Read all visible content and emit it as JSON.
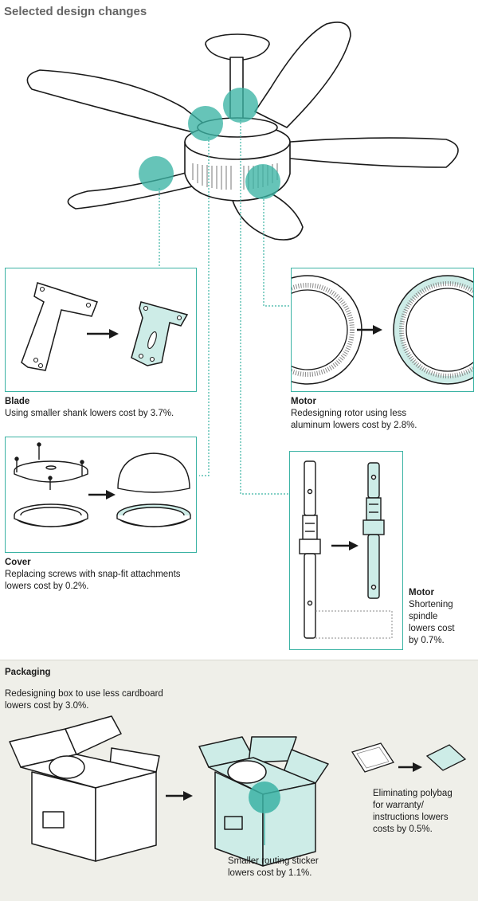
{
  "title": "Selected design changes",
  "colors": {
    "accent": "#3bb3a4",
    "accent_fill": "#cdece7",
    "packaging_bg": "#efefe9"
  },
  "callouts": {
    "blade": {
      "heading": "Blade",
      "text": "Using smaller shank lowers cost by 3.7%."
    },
    "motor_rotor": {
      "heading": "Motor",
      "text_1": "Redesigning rotor using less",
      "text_2": "aluminum lowers cost by 2.8%."
    },
    "cover": {
      "heading": "Cover",
      "text_1": "Replacing screws with snap-fit attachments",
      "text_2": "lowers cost by 0.2%."
    },
    "motor_spindle": {
      "heading": "Motor",
      "text_1": "Shortening",
      "text_2": "spindle",
      "text_3": "lowers cost",
      "text_4": "by 0.7%."
    }
  },
  "packaging": {
    "heading": "Packaging",
    "box_text_1": "Redesigning box to use less cardboard",
    "box_text_2": "lowers cost by 3.0%.",
    "sticker_text_1": "Smaller routing sticker",
    "sticker_text_2": "lowers cost by 1.1%.",
    "polybag_text_1": "Eliminating polybag",
    "polybag_text_2": "for warranty/",
    "polybag_text_3": "instructions lowers",
    "polybag_text_4": "costs by 0.5%."
  }
}
